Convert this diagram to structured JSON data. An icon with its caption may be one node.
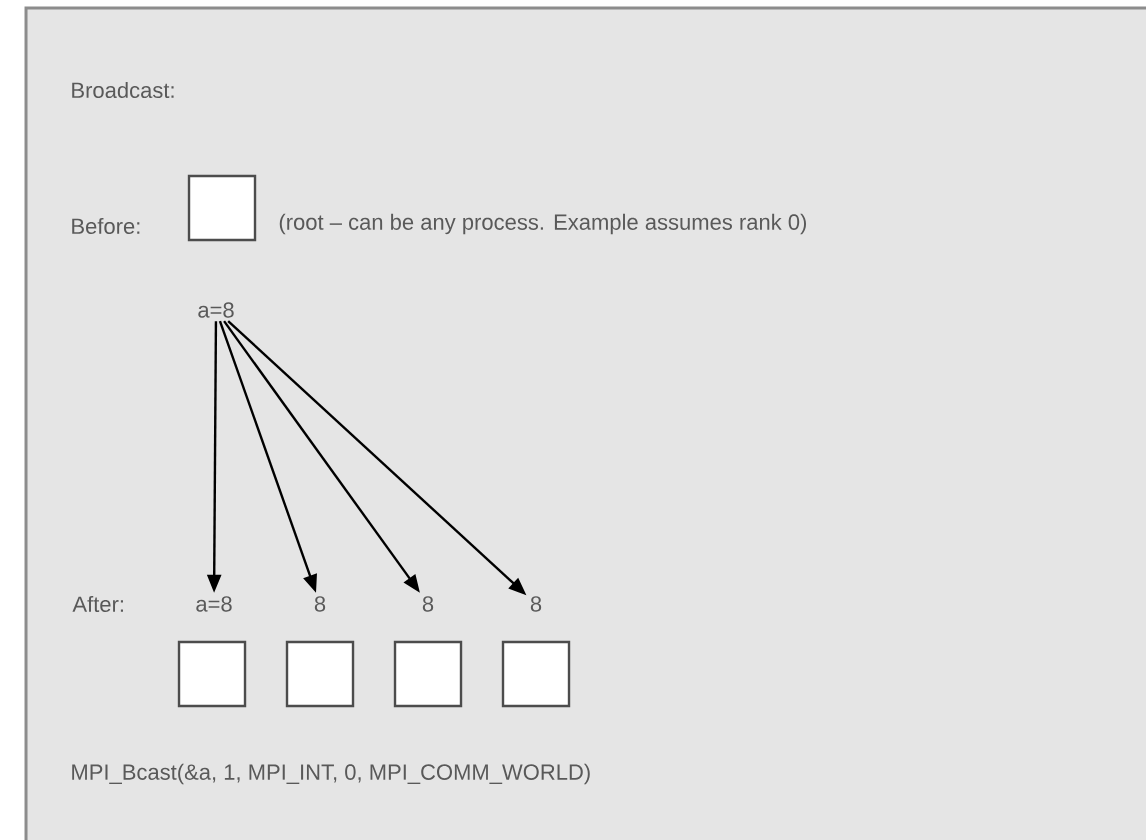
{
  "diagram": {
    "title": "Broadcast:",
    "nodes": [
      {
        "text": [
          "a=8"
        ]
      },
      {
        "text": [
          "a=8"
        ]
      },
      {
        "text": [
          "8"
        ]
      },
      {
        "text": [
          "8"
        ]
      },
      {
        "text": [
          "8"
        ]
      },
      {
        "text": [],
        "shape": "box"
      },
      {
        "text": [],
        "shape": "box"
      },
      {
        "text": [],
        "shape": "box"
      },
      {
        "text": [],
        "shape": "box"
      },
      {
        "text": [],
        "shape": "box"
      }
    ],
    "edges": [
      {
        "from": 0,
        "to": 1,
        "arrow": "to"
      },
      {
        "from": 0,
        "to": 2,
        "arrow": "to"
      },
      {
        "from": 0,
        "to": 3,
        "arrow": "to"
      },
      {
        "from": 0,
        "to": 4,
        "arrow": "to"
      }
    ],
    "labels": [
      "Before:",
      "(root – can be any process. Example assumes rank 0)",
      "After:",
      "MPI_Bcast(&a, 1, MPI_INT, 0, MPI_COMM_WORLD)"
    ]
  }
}
